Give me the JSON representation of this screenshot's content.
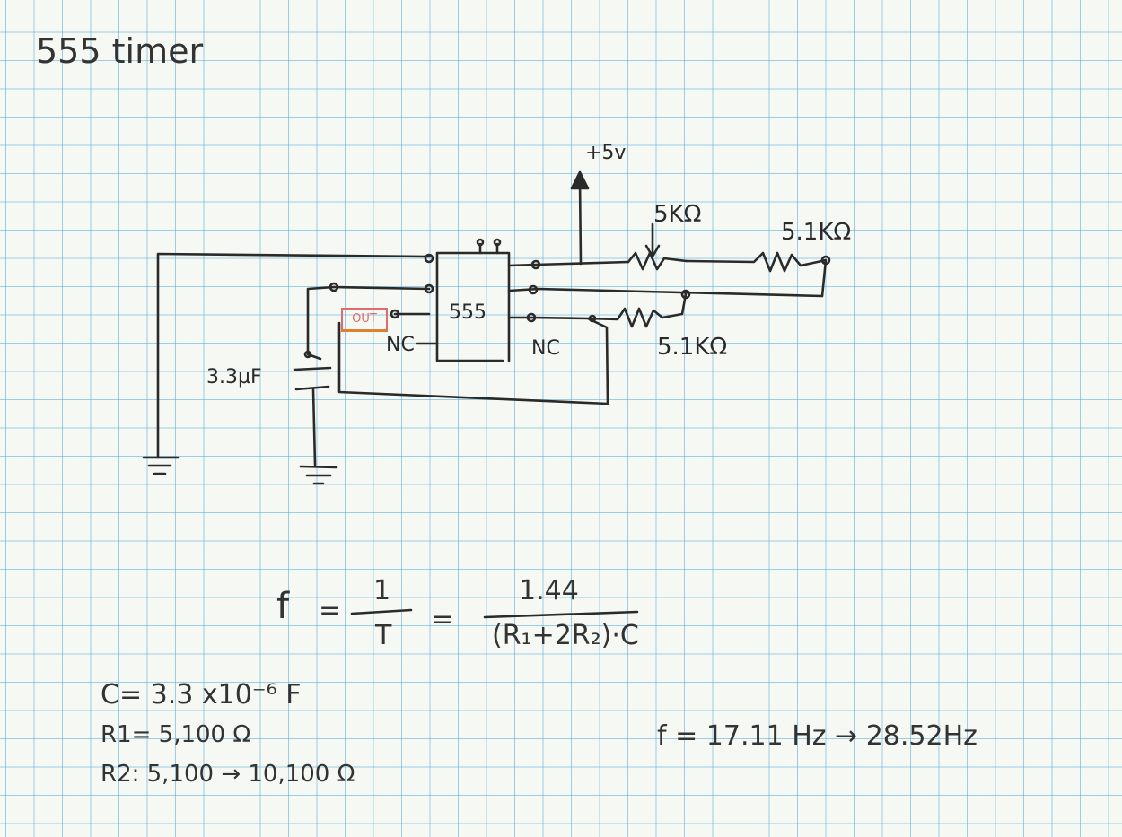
{
  "title": "555 timer",
  "circuit": {
    "supply_label": "+5v",
    "pot_label": "5KΩ",
    "resistor_top_label": "5.1KΩ",
    "resistor_bottom_label": "5.1KΩ",
    "chip_label": "555",
    "nc_left": "NC",
    "nc_right": "NC",
    "out_label": "OUT",
    "capacitor_label": "3.3µF"
  },
  "equations": {
    "f": "f",
    "eq1": "=",
    "one": "1",
    "T": "T",
    "eq2": "=",
    "numerator": "1.44",
    "denominator": "(R₁+2R₂)·C",
    "c_line": "C= 3.3 x10⁻⁶   F",
    "r1_line": "R1=  5,100        Ω",
    "r2_line": "R2:  5,100  →  10,100 Ω",
    "result": "f = 17.11 Hz  →  28.52Hz"
  },
  "colors": {
    "ink": "#2a2a2a",
    "grid": "#50aad7",
    "out_box": "#e06b6b"
  }
}
